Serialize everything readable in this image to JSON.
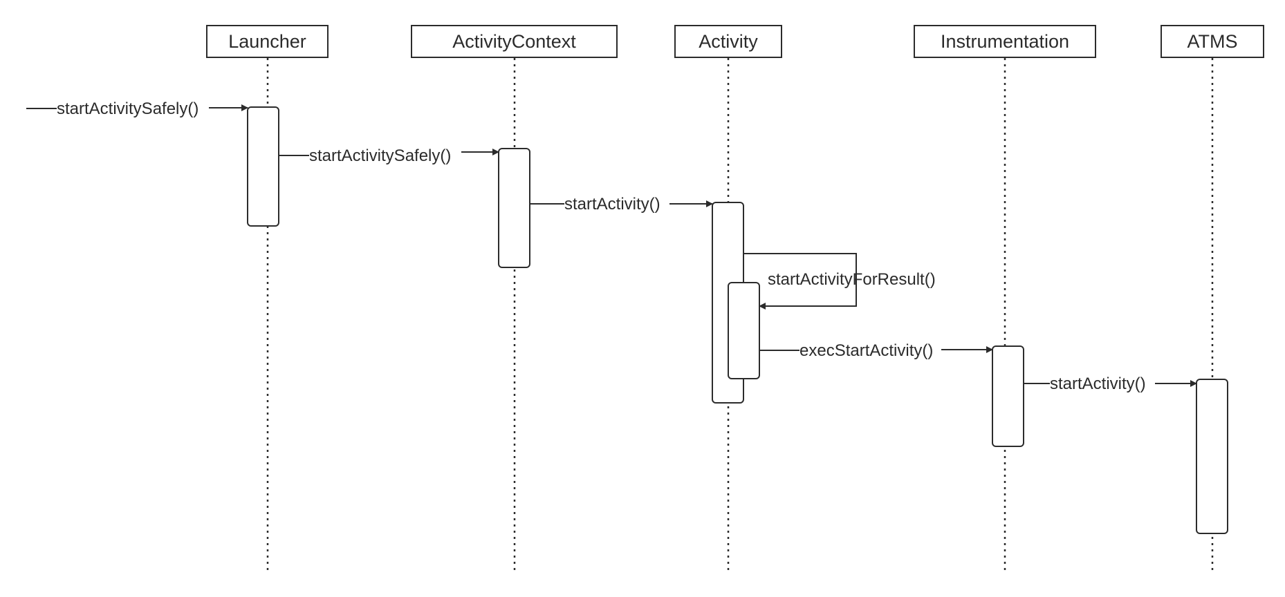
{
  "participants": [
    {
      "id": "launcher",
      "label": "Launcher"
    },
    {
      "id": "activity-context",
      "label": "ActivityContext"
    },
    {
      "id": "activity",
      "label": "Activity"
    },
    {
      "id": "instrumentation",
      "label": "Instrumentation"
    },
    {
      "id": "atms",
      "label": "ATMS"
    }
  ],
  "messages": [
    {
      "id": "start-activity-safely-1",
      "from": "external",
      "to": "launcher",
      "label": "startActivitySafely()"
    },
    {
      "id": "start-activity-safely-2",
      "from": "launcher",
      "to": "activity-context",
      "label": "startActivitySafely()"
    },
    {
      "id": "start-activity-1",
      "from": "activity-context",
      "to": "activity",
      "label": "startActivity()"
    },
    {
      "id": "start-activity-for-result",
      "from": "activity",
      "to": "activity",
      "label": "startActivityForResult()"
    },
    {
      "id": "exec-start-activity",
      "from": "activity",
      "to": "instrumentation",
      "label": "execStartActivity()"
    },
    {
      "id": "start-activity-2",
      "from": "instrumentation",
      "to": "atms",
      "label": "startActivity()"
    }
  ],
  "colors": {
    "line": "#2b2b2b",
    "text": "#2b2b2b",
    "background": "#ffffff"
  }
}
